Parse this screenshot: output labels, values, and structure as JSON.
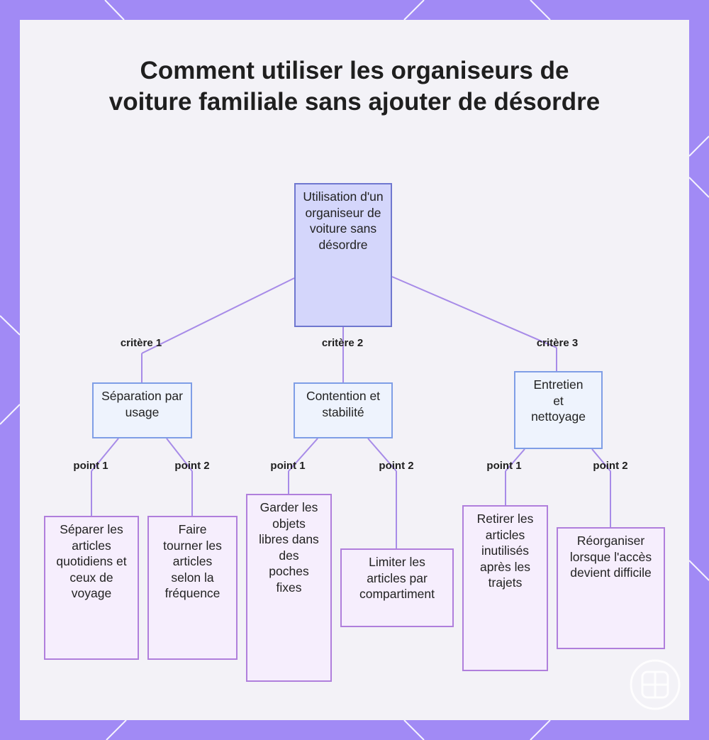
{
  "title": "Comment utiliser les organiseurs de voiture familiale sans ajouter de désordre",
  "colors": {
    "frame": "#a18af5",
    "panel": "#f3f2f7",
    "connector": "#a78be8",
    "root_fill": "#d4d6fb",
    "root_border": "#6f77cf",
    "criteria_fill": "#eef3fd",
    "criteria_border": "#7f9ee6",
    "leaf_fill": "#f6eefd",
    "leaf_border": "#b07fdc"
  },
  "diagram": {
    "root": {
      "label": "Utilisation d'un organiseur de voiture sans désordre"
    },
    "criteria": [
      {
        "edge_label": "critère 1",
        "label": "Séparation par usage",
        "points": [
          {
            "edge_label": "point 1",
            "label": "Séparer les articles quotidiens et ceux de voyage"
          },
          {
            "edge_label": "point 2",
            "label": "Faire tourner les articles selon la fréquence"
          }
        ]
      },
      {
        "edge_label": "critère 2",
        "label": "Contention et stabilité",
        "points": [
          {
            "edge_label": "point 1",
            "label": "Garder les objets libres dans des poches fixes"
          },
          {
            "edge_label": "point 2",
            "label": "Limiter les articles par compartiment"
          }
        ]
      },
      {
        "edge_label": "critère 3",
        "label": "Entretien et nettoyage",
        "points": [
          {
            "edge_label": "point 1",
            "label": "Retirer les articles inutilisés après les trajets"
          },
          {
            "edge_label": "point 2",
            "label": "Réorganiser lorsque l'accès devient difficile"
          }
        ]
      }
    ]
  }
}
